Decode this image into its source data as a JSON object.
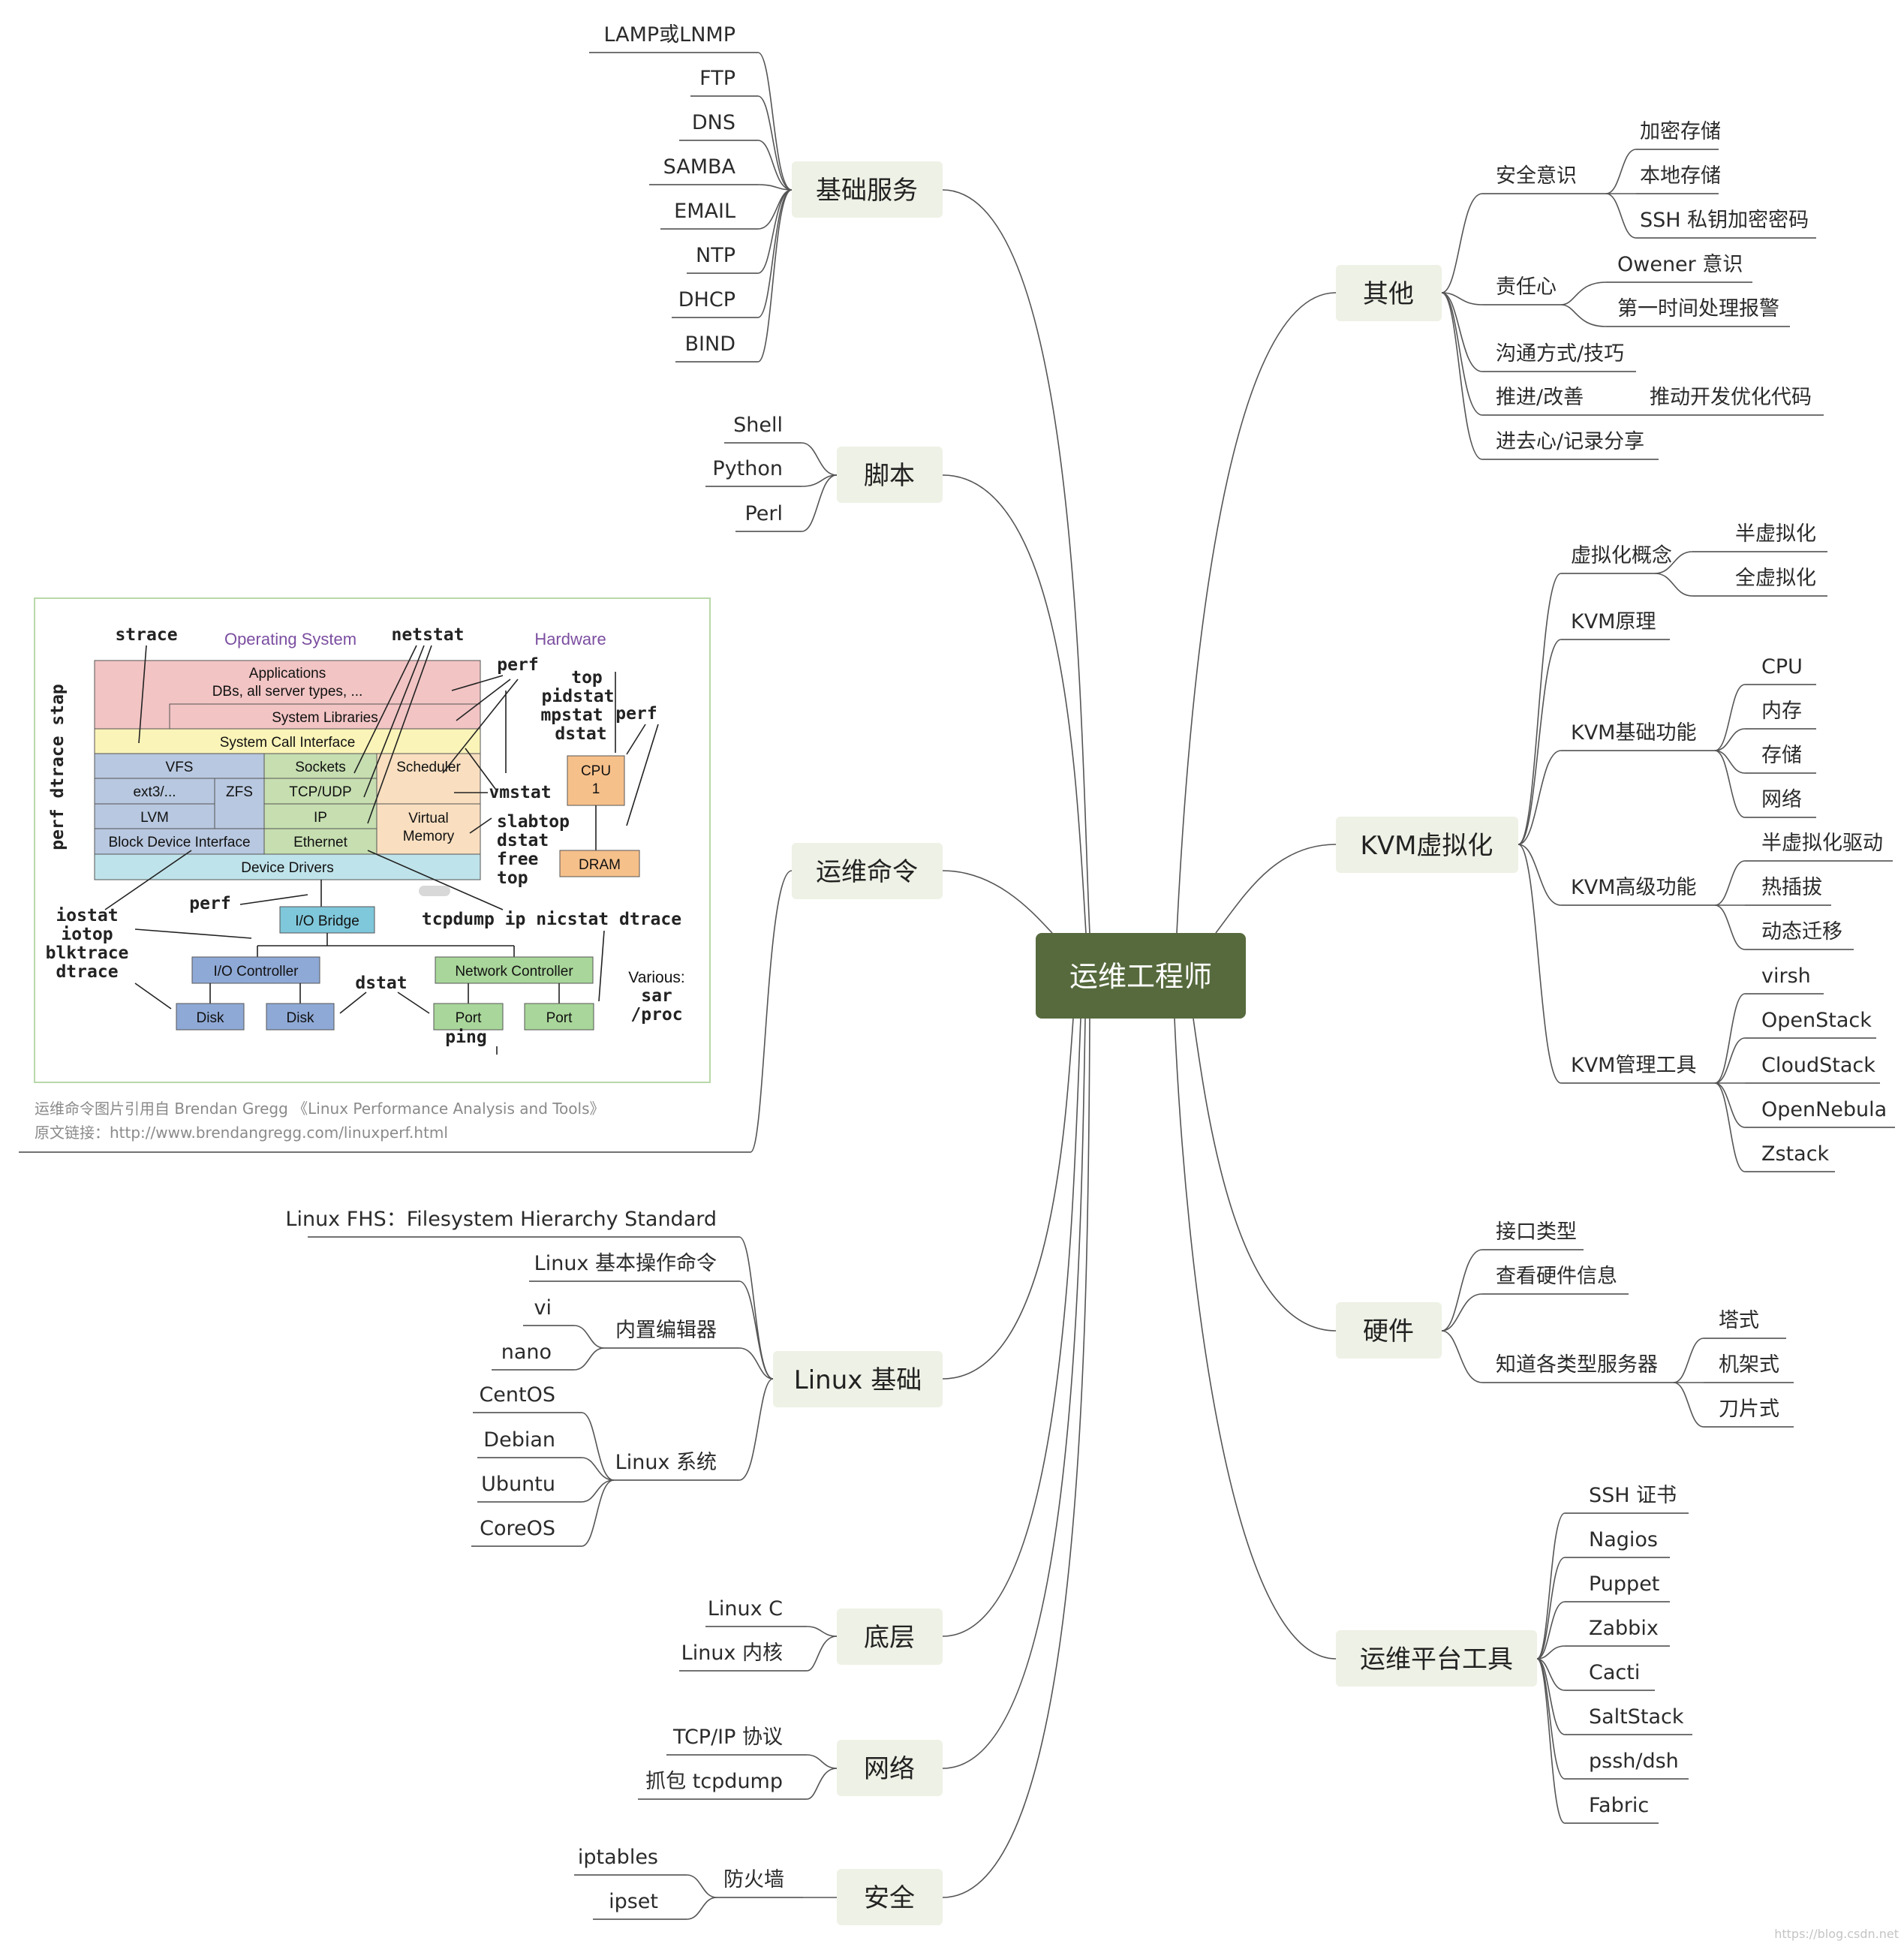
{
  "root": "运维工程师",
  "branches": {
    "basic_services": {
      "label": "基础服务",
      "items": [
        "LAMP或LNMP",
        "FTP",
        "DNS",
        "SAMBA",
        "EMAIL",
        "NTP",
        "DHCP",
        "BIND"
      ]
    },
    "scripts": {
      "label": "脚本",
      "items": [
        "Shell",
        "Python",
        "Perl"
      ]
    },
    "ops_commands": {
      "label": "运维命令"
    },
    "linux_basics": {
      "label": "Linux 基础",
      "fhs": "Linux FHS：Filesystem Hierarchy Standard",
      "basic_cmds": "Linux 基本操作命令",
      "editors": {
        "label": "内置编辑器",
        "items": [
          "vi",
          "nano"
        ]
      },
      "systems": {
        "label": "Linux 系统",
        "items": [
          "CentOS",
          "Debian",
          "Ubuntu",
          "CoreOS"
        ]
      }
    },
    "low_level": {
      "label": "底层",
      "items": [
        "Linux C",
        "Linux 内核"
      ]
    },
    "network": {
      "label": "网络",
      "items": [
        "TCP/IP 协议",
        "抓包 tcpdump"
      ]
    },
    "security": {
      "label": "安全",
      "firewall": {
        "label": "防火墙",
        "items": [
          "iptables",
          "ipset"
        ]
      }
    },
    "other": {
      "label": "其他",
      "awareness": {
        "label": "安全意识",
        "items": [
          "加密存储",
          "本地存储",
          "SSH 私钥加密密码"
        ]
      },
      "responsibility": {
        "label": "责任心",
        "items": [
          "Owener 意识",
          "第一时间处理报警"
        ]
      },
      "communication": "沟通方式/技巧",
      "improve": {
        "label": "推进/改善",
        "detail": "推动开发优化代码"
      },
      "share": "进去心/记录分享"
    },
    "kvm": {
      "label": "KVM虚拟化",
      "concept": {
        "label": "虚拟化概念",
        "items": [
          "半虚拟化",
          "全虚拟化"
        ]
      },
      "principle": "KVM原理",
      "basic": {
        "label": "KVM基础功能",
        "items": [
          "CPU",
          "内存",
          "存储",
          "网络"
        ]
      },
      "advanced": {
        "label": "KVM高级功能",
        "items": [
          "半虚拟化驱动",
          "热插拔",
          "动态迁移"
        ]
      },
      "tools": {
        "label": "KVM管理工具",
        "items": [
          "virsh",
          "OpenStack",
          "CloudStack",
          "OpenNebula",
          "Zstack"
        ]
      }
    },
    "hardware": {
      "label": "硬件",
      "iface": "接口类型",
      "check": "查看硬件信息",
      "servers": {
        "label": "知道各类型服务器",
        "items": [
          "塔式",
          "机架式",
          "刀片式"
        ]
      }
    },
    "platform": {
      "label": "运维平台工具",
      "items": [
        "SSH 证书",
        "Nagios",
        "Puppet",
        "Zabbix",
        "Cacti",
        "SaltStack",
        "pssh/dsh",
        "Fabric"
      ]
    }
  },
  "perf_diagram": {
    "headers": {
      "os": "Operating System",
      "hw": "Hardware"
    },
    "layers": {
      "applications": "Applications",
      "apps_sub": "DBs, all server types, ...",
      "syslibs": "System Libraries",
      "syscall": "System Call Interface",
      "vfs": "VFS",
      "ext3": "ext3/...",
      "zfs": "ZFS",
      "lvm": "LVM",
      "bdi": "Block Device Interface",
      "sockets": "Sockets",
      "tcpudp": "TCP/UDP",
      "ip": "IP",
      "ethernet": "Ethernet",
      "scheduler": "Scheduler",
      "vmem1": "Virtual",
      "vmem2": "Memory",
      "drivers": "Device Drivers",
      "cpu1": "CPU",
      "cpu2": "1",
      "dram": "DRAM",
      "iobridge": "I/O Bridge",
      "ioctl": "I/O Controller",
      "netctl": "Network Controller",
      "disk": "Disk",
      "port": "Port"
    },
    "tools": {
      "strace": "strace",
      "netstat": "netstat",
      "perf": "perf",
      "stack": "perf dtrace stap",
      "top_lines": [
        "top",
        "pidstat",
        "mpstat",
        "dstat"
      ],
      "vmstat": "vmstat",
      "mem_lines": [
        "slabtop",
        "dstat",
        "free",
        "top"
      ],
      "io_lines": [
        "iostat",
        "iotop",
        "blktrace",
        "dtrace"
      ],
      "net_line": "tcpdump ip nicstat dtrace",
      "dstat": "dstat",
      "ping": "ping",
      "various": "Various:",
      "sar": "sar",
      "proc": "/proc"
    },
    "caption_1": "运维命令图片引用自 Brendan Gregg 《Linux Performance Analysis and Tools》",
    "caption_2": "原文链接：http://www.brendangregg.com/linuxperf.html"
  },
  "watermark": "https://blog.csdn.net"
}
